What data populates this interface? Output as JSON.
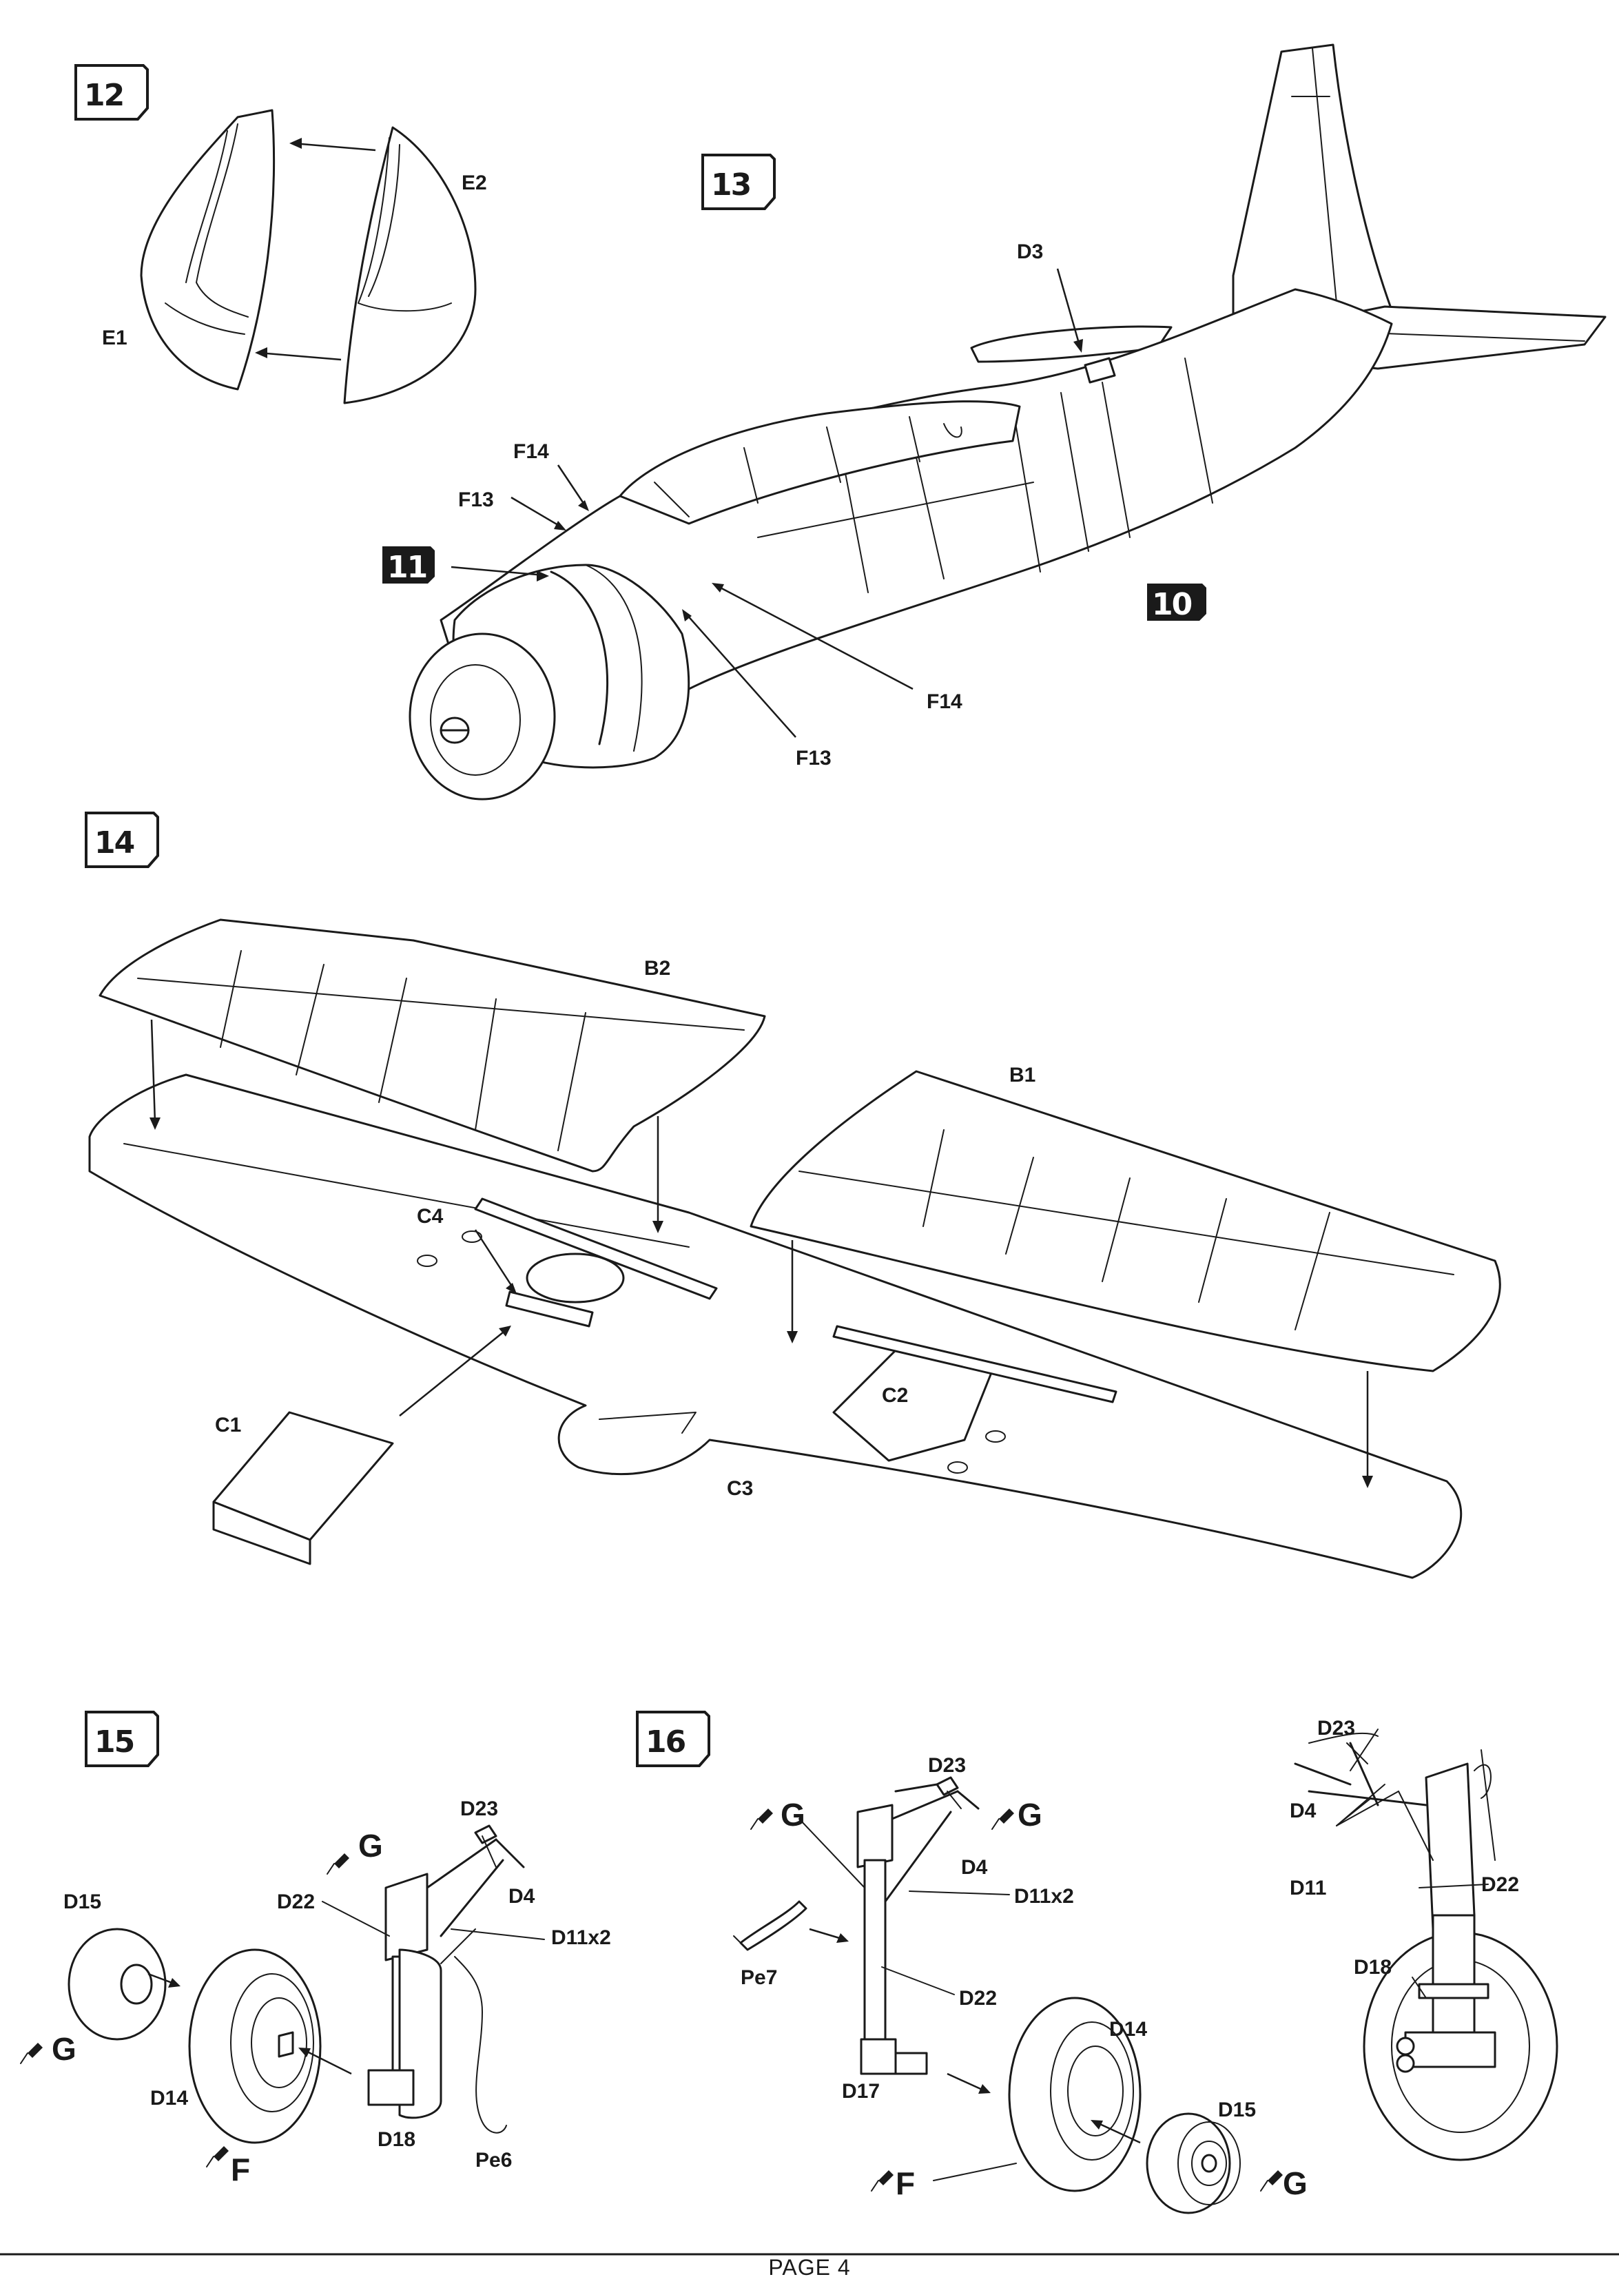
{
  "steps": {
    "s12": "12",
    "s13": "13",
    "s14": "14",
    "s15": "15",
    "s16": "16",
    "ref11": "11",
    "ref10": "10"
  },
  "step12": {
    "e1": "E1",
    "e2": "E2"
  },
  "step13": {
    "d3": "D3",
    "f14a": "F14",
    "f13a": "F13",
    "f14b": "F14",
    "f13b": "F13"
  },
  "step14": {
    "b1": "B1",
    "b2": "B2",
    "c1": "C1",
    "c2": "C2",
    "c3": "C3",
    "c4": "C4"
  },
  "step15": {
    "d15": "D15",
    "d14": "D14",
    "d18": "D18",
    "d22": "D22",
    "d23": "D23",
    "d4": "D4",
    "d11": "D11x2",
    "pe6": "Pe6",
    "paint_g1": "G",
    "paint_g2": "G",
    "paint_f": "F"
  },
  "step16": {
    "d23": "D23",
    "d4": "D4",
    "d11": "D11x2",
    "d22": "D22",
    "d17": "D17",
    "pe7": "Pe7",
    "d14": "D14",
    "d15": "D15",
    "paint_g1": "G",
    "paint_g2": "G",
    "paint_f": "F",
    "paint_g3": "G"
  },
  "detail": {
    "d23": "D23",
    "d4": "D4",
    "d11": "D11",
    "d22": "D22",
    "d18": "D18"
  },
  "footer": {
    "page": "PAGE 4"
  }
}
